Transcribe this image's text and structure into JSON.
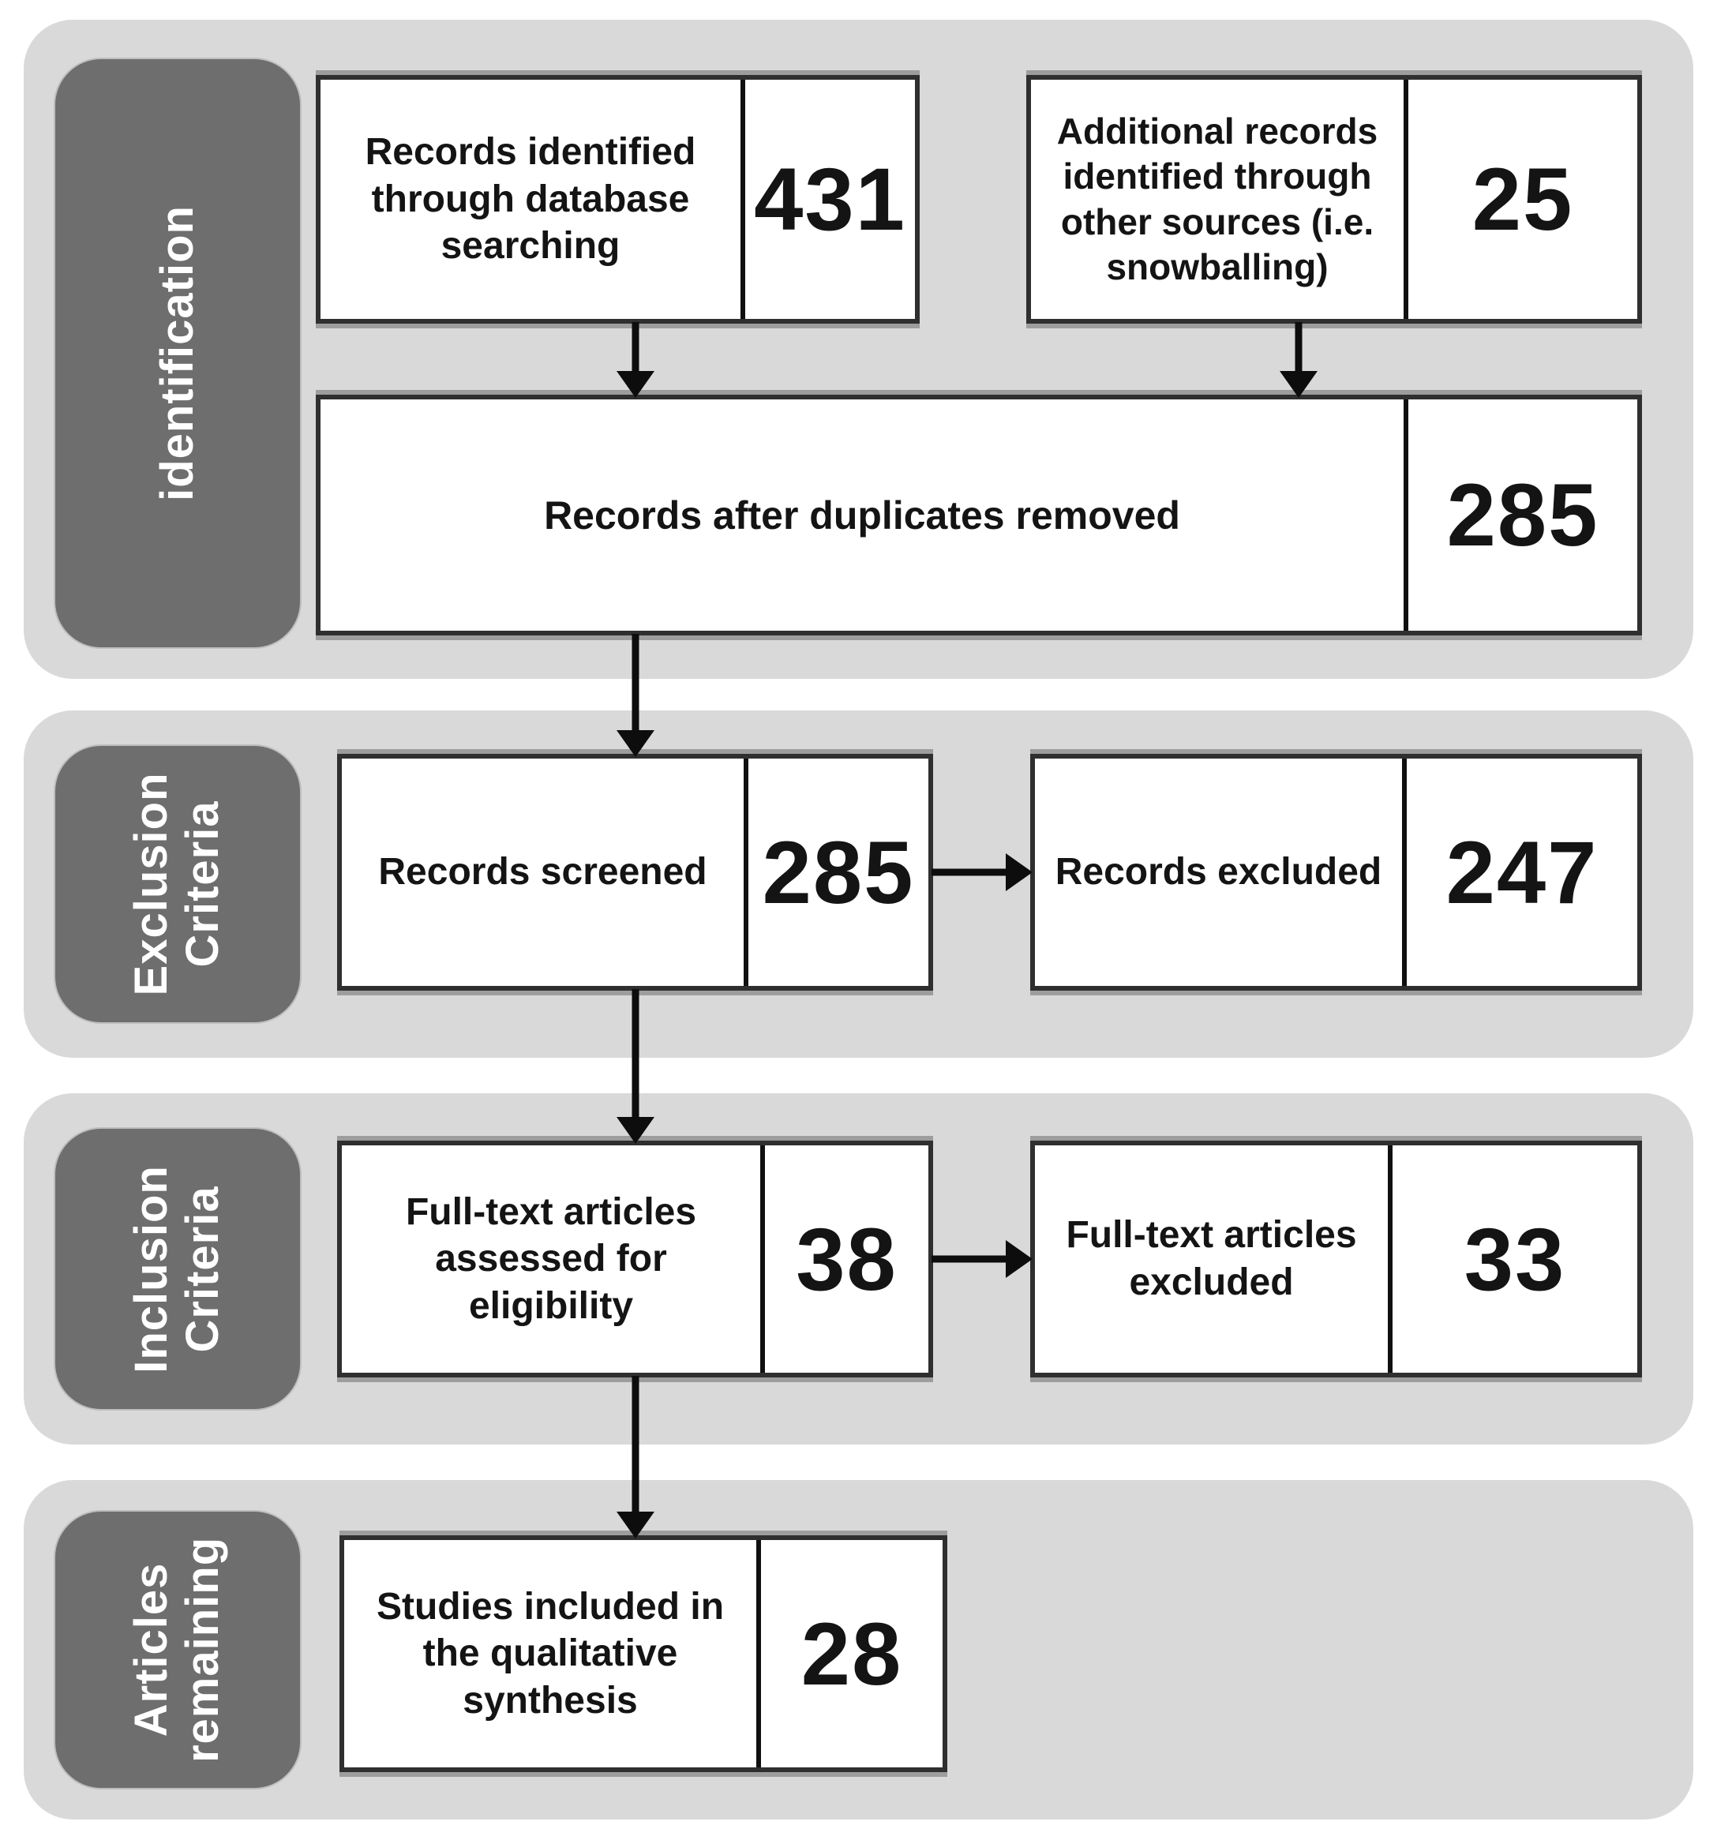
{
  "title": "PRISMA study selection flow diagram",
  "colors": {
    "section_bg": "#d9d9d9",
    "pill_bg": "#6e6e6e",
    "pill_text": "#ffffff",
    "box_border": "#2f2f2f",
    "arrow": "#0d0d0d",
    "text": "#141414"
  },
  "sections": [
    {
      "label": "identification"
    },
    {
      "label": "Exclusion Criteria"
    },
    {
      "label": "Inclusion Criteria"
    },
    {
      "label": "Articles remaining"
    }
  ],
  "boxes": {
    "db_search": {
      "label": "Records identified through database searching",
      "count": "431"
    },
    "other_sources": {
      "label": "Additional records identified through other sources (i.e. snowballing)",
      "count": "25"
    },
    "after_duplicates": {
      "label": "Records after duplicates removed",
      "count": "285"
    },
    "screened": {
      "label": "Records screened",
      "count": "285"
    },
    "excluded": {
      "label": "Records excluded",
      "count": "247"
    },
    "fulltext_assessed": {
      "label": "Full-text articles assessed for eligibility",
      "count": "38"
    },
    "fulltext_excluded": {
      "label": "Full-text articles excluded",
      "count": "33"
    },
    "included": {
      "label": "Studies included in the qualitative synthesis",
      "count": "28"
    }
  }
}
